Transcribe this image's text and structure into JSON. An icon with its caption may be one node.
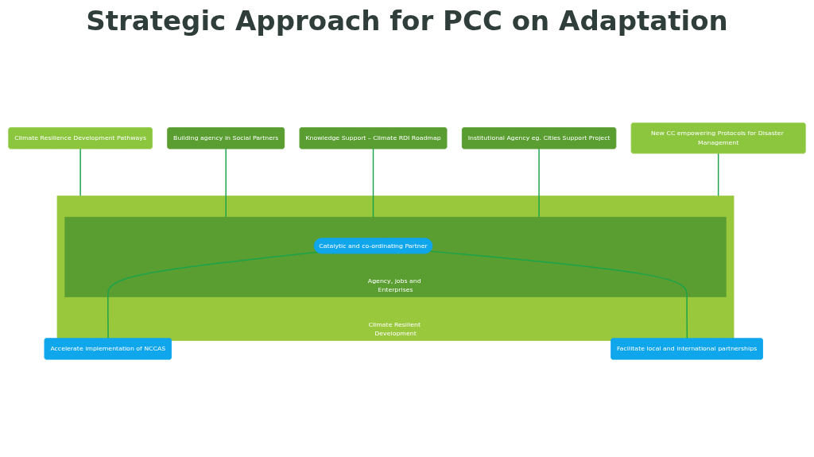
{
  "diagram": {
    "title": "Strategic Approach for PCC on Adaptation",
    "nodes": [
      {
        "text": [
          "Climate Resilient Development"
        ]
      },
      {
        "text": [
          "Agency, jobs and Enterprises"
        ],
        "in": 0
      },
      {
        "text": [
          "Catalytic and co-ordinating Partner"
        ],
        "in": 1
      },
      {
        "text": [
          "Climate Resilience Development Pathways"
        ]
      },
      {
        "text": [
          "Building agency in Social Partners"
        ]
      },
      {
        "text": [
          "Knowledge Support – Climate RDI Roadmap"
        ]
      },
      {
        "text": [
          "Institutional Agency eg. Cities Support Project"
        ]
      },
      {
        "text": [
          "New CC empowering Protocols for Disaster Management"
        ]
      },
      {
        "text": [
          "Accelerate implementation of NCCAS"
        ]
      },
      {
        "text": [
          "Facilitate local and international partnerships"
        ]
      }
    ],
    "edges": [
      {
        "from": 3,
        "to": 0,
        "arrow": "none"
      },
      {
        "from": 4,
        "to": 1,
        "arrow": "none"
      },
      {
        "from": 5,
        "to": 1,
        "arrow": "none"
      },
      {
        "from": 6,
        "to": 1,
        "arrow": "none"
      },
      {
        "from": 7,
        "to": 0,
        "arrow": "none"
      },
      {
        "from": 2,
        "to": 8,
        "arrow": "none"
      },
      {
        "from": 2,
        "to": 9,
        "arrow": "none"
      }
    ]
  }
}
